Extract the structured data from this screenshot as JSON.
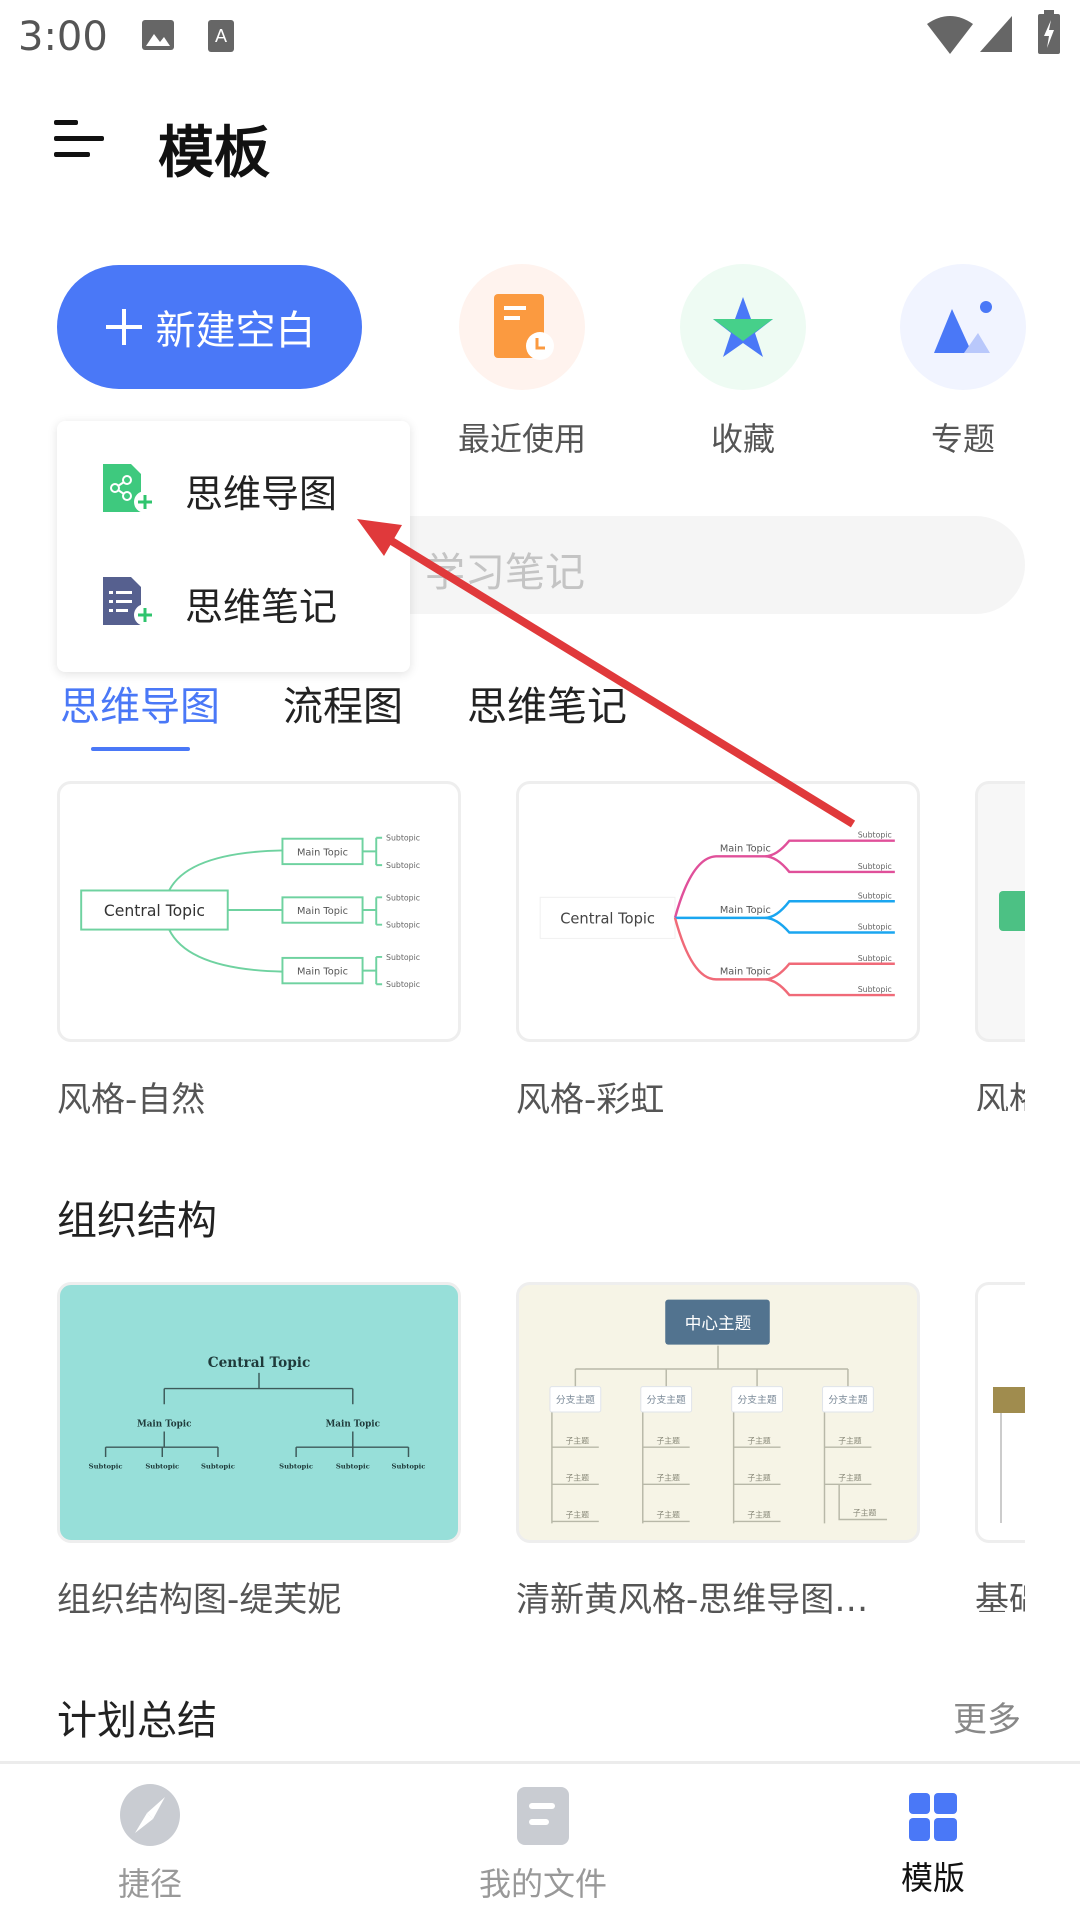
{
  "status_bar": {
    "time": "3:00"
  },
  "header": {
    "title": "模板"
  },
  "actions": {
    "new_blank": "新建空白",
    "recent": "最近使用",
    "favorites": "收藏",
    "topics": "专题"
  },
  "popup": {
    "items": [
      {
        "label": "思维导图"
      },
      {
        "label": "思维笔记"
      }
    ]
  },
  "search": {
    "placeholder": "学习笔记"
  },
  "tabs": [
    {
      "label": "思维导图",
      "active": true
    },
    {
      "label": "流程图"
    },
    {
      "label": "思维笔记"
    }
  ],
  "sections": [
    {
      "title": "",
      "cards": [
        {
          "label": "风格-自然",
          "thumb": {
            "central": "Central Topic",
            "main": "Main Topic",
            "sub": "Subtopic"
          }
        },
        {
          "label": "风格-彩虹",
          "thumb": {
            "central": "Central Topic",
            "main": "Main Topic",
            "sub": "Subtopic"
          }
        },
        {
          "label": "风格"
        }
      ]
    },
    {
      "title": "组织结构",
      "cards": [
        {
          "label": "组织结构图-缇芙妮",
          "thumb": {
            "central": "Central Topic",
            "main": "Main Topic",
            "sub": "Subtopic"
          }
        },
        {
          "label": "清新黄风格-思维导图…",
          "thumb": {
            "central": "中心主题",
            "main": "分支主题",
            "sub": "子主题"
          }
        },
        {
          "label": "基础"
        }
      ]
    },
    {
      "title": "计划总结",
      "more": "更多"
    }
  ],
  "bottom_nav": [
    {
      "label": "捷径"
    },
    {
      "label": "我的文件"
    },
    {
      "label": "模版",
      "active": true
    }
  ],
  "colors": {
    "accent": "#4a78f7",
    "annotation_arrow": "#e0393b"
  }
}
